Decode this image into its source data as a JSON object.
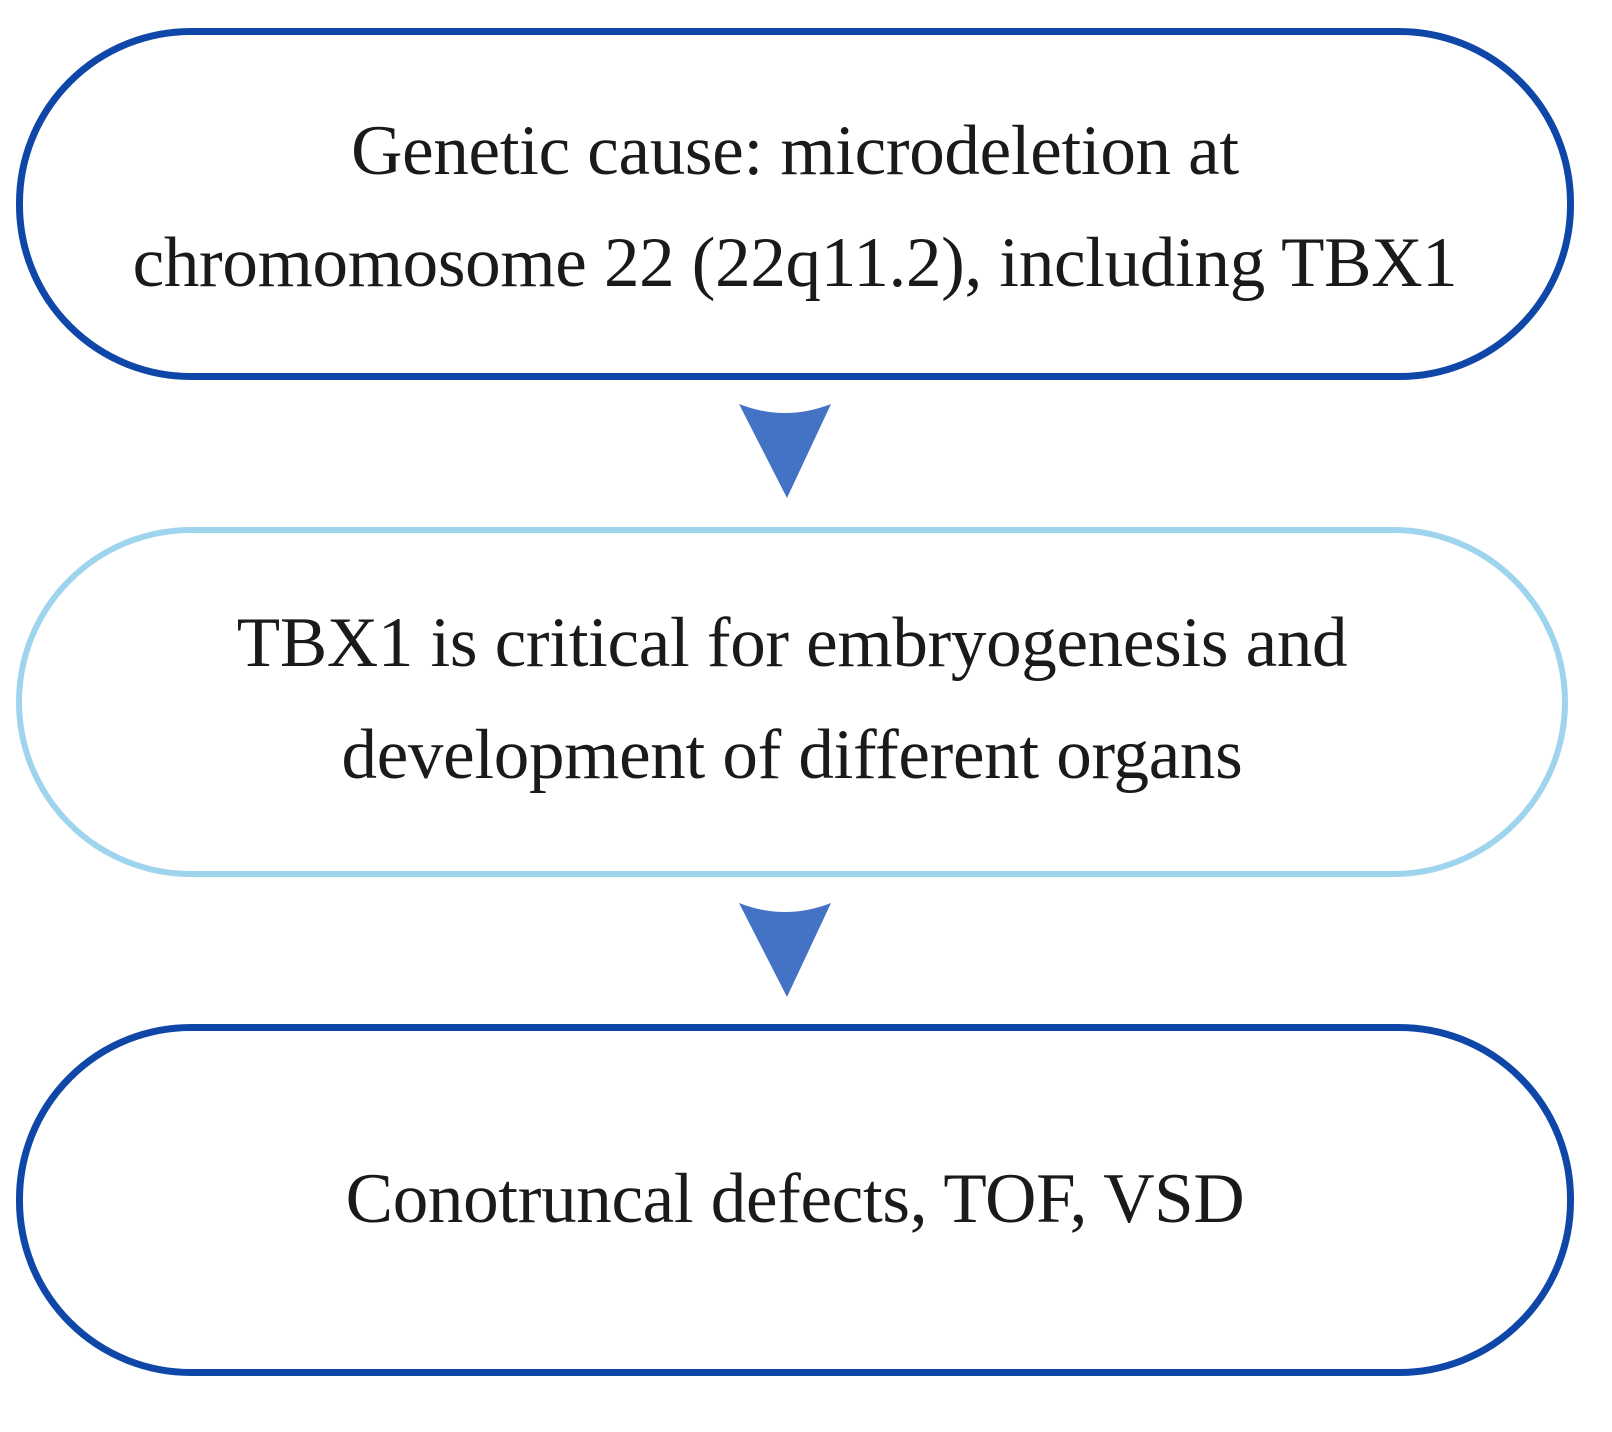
{
  "flowchart": {
    "nodes": [
      {
        "line1": "Genetic cause: microdeletion at",
        "line2": "chromomosome 22 (22q11.2), including TBX1"
      },
      {
        "line1": "TBX1 is critical for embryogenesis and",
        "line2": "development of different organs"
      },
      {
        "line1": "Conotruncal defects, TOF, VSD"
      }
    ],
    "colors": {
      "dark_border": "#0f47a8",
      "light_border": "#9fd4ee",
      "arrow": "#4472c4"
    }
  }
}
